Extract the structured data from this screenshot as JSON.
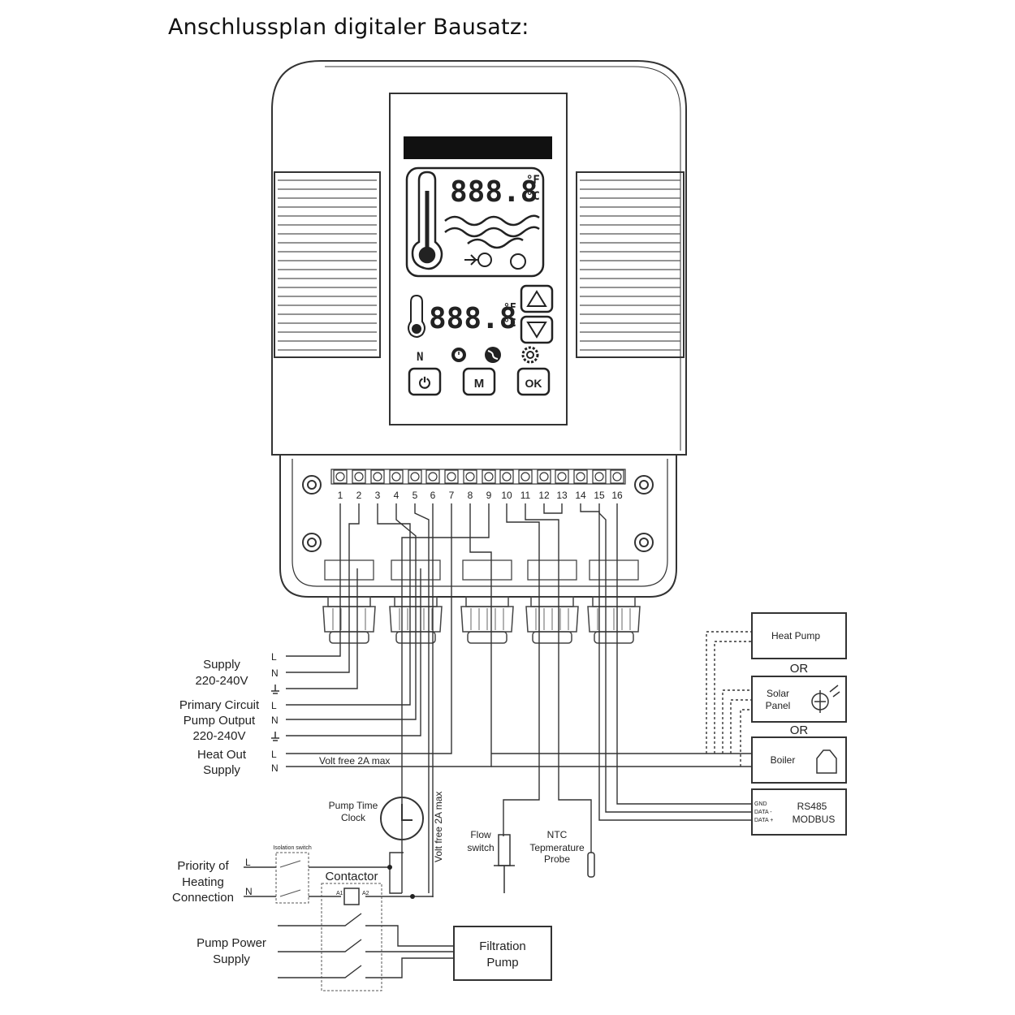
{
  "title": "Anschlussplan digitaler Bausatz:",
  "display": {
    "temp_main": "888.8",
    "temp_secondary": "888.8",
    "unit_f": "°F",
    "unit_c": "°C",
    "mode_letter": "N",
    "buttons": {
      "power": "⏻",
      "mode": "M",
      "ok": "OK"
    }
  },
  "terminals": [
    "1",
    "2",
    "3",
    "4",
    "5",
    "6",
    "7",
    "8",
    "9",
    "10",
    "11",
    "12",
    "13",
    "14",
    "15",
    "16"
  ],
  "left_labels": {
    "supply": [
      "Supply",
      "220-240V"
    ],
    "primary": [
      "Primary Circuit",
      "Pump Output",
      "220-240V"
    ],
    "heat_out": [
      "Heat Out",
      "Supply"
    ],
    "priority": [
      "Priority of",
      "Heating",
      "Connection"
    ],
    "pump_power": [
      "Pump Power",
      "Supply"
    ]
  },
  "wire_letters": {
    "L": "L",
    "N": "N"
  },
  "annotations": {
    "volt_free_h": "Volt free 2A max",
    "volt_free_v": "Volt free 2A max",
    "pump_time_clock": [
      "Pump Time",
      "Clock"
    ],
    "isolation_switch": "Isolation switch",
    "contactor": "Contactor",
    "a1": "A1",
    "a2": "A2",
    "flow_switch": [
      "Flow",
      "switch"
    ],
    "ntc_probe": [
      "NTC",
      "Tepmerature",
      "Probe"
    ]
  },
  "right_boxes": {
    "heat_pump": "Heat Pump",
    "or1": "OR",
    "solar_panel": [
      "Solar",
      "Panel"
    ],
    "or2": "OR",
    "boiler": "Boiler",
    "rs485": [
      "RS485",
      "MODBUS"
    ],
    "rs485_pins": [
      "GND",
      "DATA -",
      "DATA +"
    ],
    "filtration_pump": [
      "Filtration",
      "Pump"
    ]
  }
}
